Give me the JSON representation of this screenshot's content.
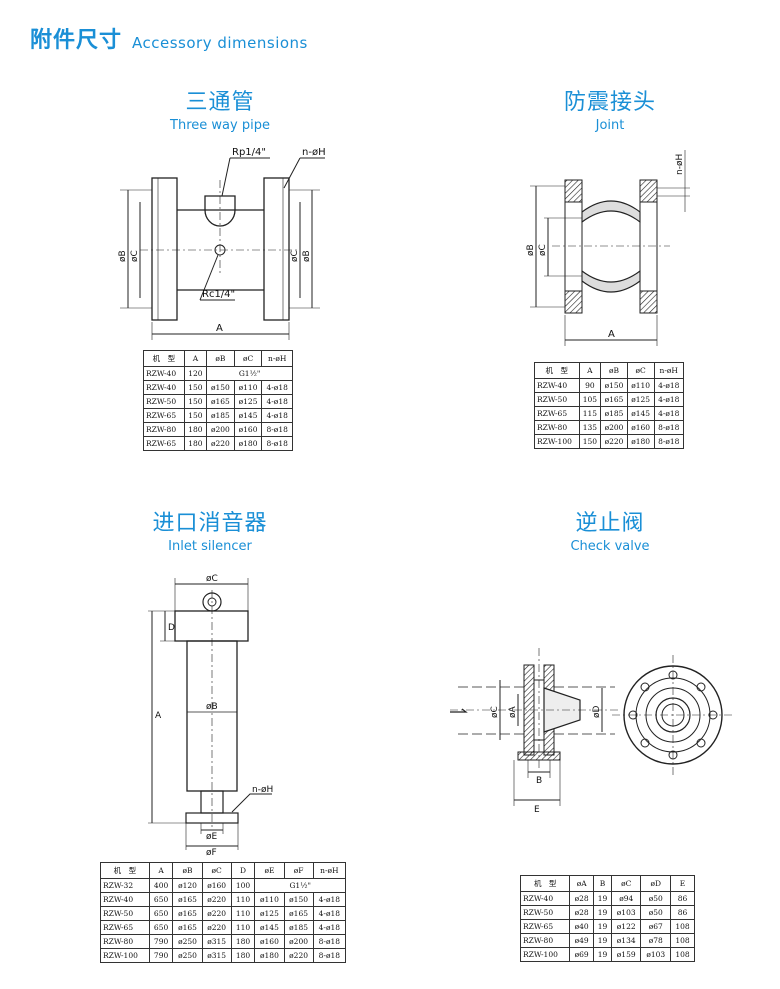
{
  "header": {
    "title_cn": "附件尺寸",
    "title_en": "Accessory dimensions"
  },
  "sections": {
    "three_way": {
      "title_cn": "三通管",
      "title_en": "Three way pipe",
      "labels": {
        "rp": "Rp1/4\"",
        "rc": "Rc1/4\"",
        "nh": "n-øH",
        "b": "øB",
        "c": "øC",
        "a": "A"
      },
      "headers": [
        "机　型",
        "A",
        "øB",
        "øC",
        "n-øH"
      ],
      "rows": [
        [
          "RZW-40",
          "120",
          "G1½\"",
          "",
          ""
        ],
        [
          "RZW-40",
          "150",
          "ø150",
          "ø110",
          "4-ø18"
        ],
        [
          "RZW-50",
          "150",
          "ø165",
          "ø125",
          "4-ø18"
        ],
        [
          "RZW-65",
          "150",
          "ø185",
          "ø145",
          "4-ø18"
        ],
        [
          "RZW-80",
          "180",
          "ø200",
          "ø160",
          "8-ø18"
        ],
        [
          "RZW-65",
          "180",
          "ø220",
          "ø180",
          "8-ø18"
        ]
      ]
    },
    "joint": {
      "title_cn": "防震接头",
      "title_en": "Joint",
      "labels": {
        "nh": "n-øH",
        "b": "øB",
        "c": "øC",
        "a": "A"
      },
      "headers": [
        "机　型",
        "A",
        "øB",
        "øC",
        "n-øH"
      ],
      "rows": [
        [
          "RZW-40",
          "90",
          "ø150",
          "ø110",
          "4-ø18"
        ],
        [
          "RZW-50",
          "105",
          "ø165",
          "ø125",
          "4-ø18"
        ],
        [
          "RZW-65",
          "115",
          "ø185",
          "ø145",
          "4-ø18"
        ],
        [
          "RZW-80",
          "135",
          "ø200",
          "ø160",
          "8-ø18"
        ],
        [
          "RZW-100",
          "150",
          "ø220",
          "ø180",
          "8-ø18"
        ]
      ]
    },
    "silencer": {
      "title_cn": "进口消音器",
      "title_en": "Inlet silencer",
      "labels": {
        "c": "øC",
        "d": "D",
        "a": "A",
        "b": "øB",
        "nh": "n-øH",
        "e": "øE",
        "f": "øF"
      },
      "headers": [
        "机　型",
        "A",
        "øB",
        "øC",
        "D",
        "øE",
        "øF",
        "n-øH"
      ],
      "rows": [
        [
          "RZW-32",
          "400",
          "ø120",
          "ø160",
          "100",
          "G1½\"",
          "",
          ""
        ],
        [
          "RZW-40",
          "650",
          "ø165",
          "ø220",
          "110",
          "ø110",
          "ø150",
          "4-ø18"
        ],
        [
          "RZW-50",
          "650",
          "ø165",
          "ø220",
          "110",
          "ø125",
          "ø165",
          "4-ø18"
        ],
        [
          "RZW-65",
          "650",
          "ø165",
          "ø220",
          "110",
          "ø145",
          "ø185",
          "4-ø18"
        ],
        [
          "RZW-80",
          "790",
          "ø250",
          "ø315",
          "180",
          "ø160",
          "ø200",
          "8-ø18"
        ],
        [
          "RZW-100",
          "790",
          "ø250",
          "ø315",
          "180",
          "ø180",
          "ø220",
          "8-ø18"
        ]
      ]
    },
    "check_valve": {
      "title_cn": "逆止阀",
      "title_en": "Check valve",
      "labels": {
        "c": "øC",
        "a": "øA",
        "d": "øD",
        "b": "B",
        "e": "E"
      },
      "headers": [
        "机　型",
        "øA",
        "B",
        "øC",
        "øD",
        "E"
      ],
      "rows": [
        [
          "RZW-40",
          "ø28",
          "19",
          "ø94",
          "ø50",
          "86"
        ],
        [
          "RZW-50",
          "ø28",
          "19",
          "ø103",
          "ø50",
          "86"
        ],
        [
          "RZW-65",
          "ø40",
          "19",
          "ø122",
          "ø67",
          "108"
        ],
        [
          "RZW-80",
          "ø49",
          "19",
          "ø134",
          "ø78",
          "108"
        ],
        [
          "RZW-100",
          "ø69",
          "19",
          "ø159",
          "ø103",
          "108"
        ]
      ]
    }
  }
}
